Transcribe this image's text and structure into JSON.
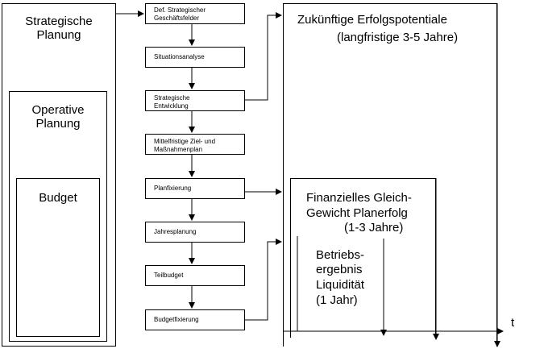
{
  "left": {
    "strategische": "Strategische\nPlanung",
    "operative": "Operative\nPlanung",
    "budget": "Budget"
  },
  "flow": [
    {
      "label": "Def. Strategischer\nGeschäftsfelder"
    },
    {
      "label": "Situationsanalyse"
    },
    {
      "label": "Strategische\nEntwicklung"
    },
    {
      "label": "Mittelfristige Ziel- und\nMaßnahmenplan"
    },
    {
      "label": "Planfixierung"
    },
    {
      "label": "Jahresplanung"
    },
    {
      "label": "Teilbudget"
    },
    {
      "label": "Budgetfixierung"
    }
  ],
  "right": {
    "zukunft_line1": "Zukünftige Erfolgspotentiale",
    "zukunft_line2": "(langfristige 3-5 Jahre)",
    "finanz_line1": "Finanzielles Gleich-",
    "finanz_line2": "Gewicht Planerfolg",
    "finanz_line3": "(1-3 Jahre)",
    "betrieb_line1": "Betriebs-",
    "betrieb_line2": "ergebnis",
    "betrieb_line3": "Liquidität",
    "betrieb_line4": "(1 Jahr)",
    "axis_label": "t"
  }
}
